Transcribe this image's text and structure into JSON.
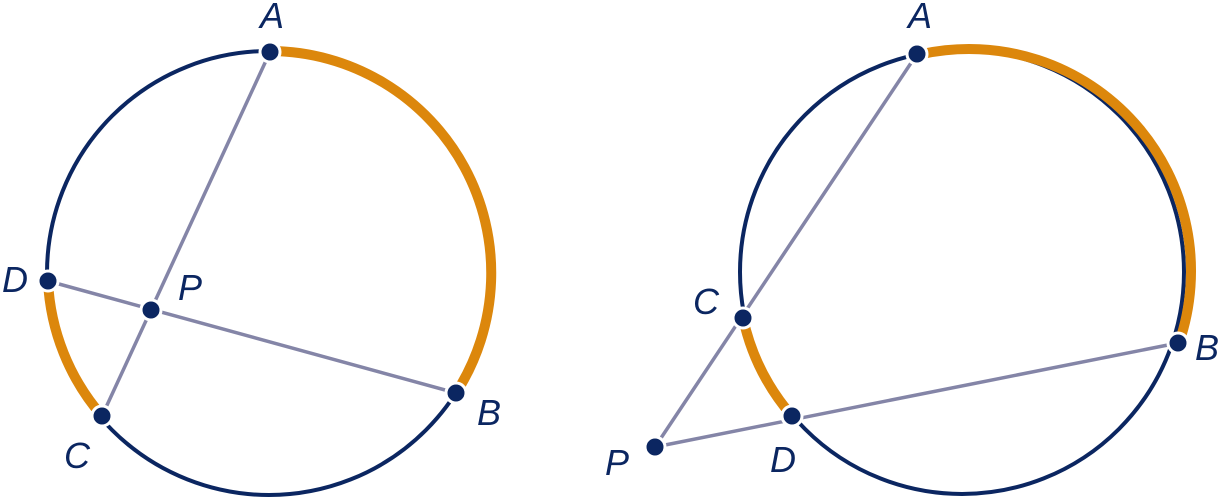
{
  "colors": {
    "circle": "#0b2661",
    "arc": "#dc870c",
    "chord": "#8485a7",
    "point": "#0b2661",
    "label": "#0b2661"
  },
  "figures": [
    {
      "name": "intersecting-chords",
      "labels": {
        "A": "A",
        "B": "B",
        "C": "C",
        "D": "D",
        "P": "P"
      }
    },
    {
      "name": "intersecting-secants",
      "labels": {
        "A": "A",
        "B": "B",
        "C": "C",
        "D": "D",
        "P": "P"
      }
    }
  ]
}
